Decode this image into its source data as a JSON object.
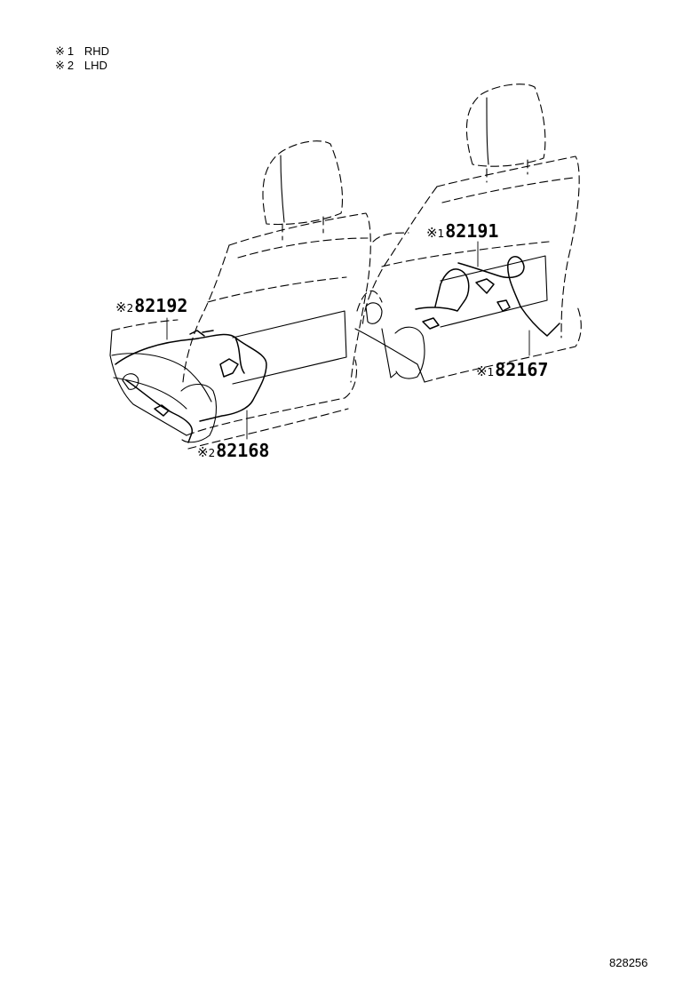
{
  "legend": [
    {
      "mark": "※",
      "code": "1",
      "text": "RHD"
    },
    {
      "mark": "※",
      "code": "2",
      "text": "LHD"
    }
  ],
  "callouts": {
    "c82192": {
      "mark": "※",
      "code": "2",
      "part": "82192"
    },
    "c82168": {
      "mark": "※",
      "code": "2",
      "part": "82168"
    },
    "c82191": {
      "mark": "※",
      "code": "1",
      "part": "82191"
    },
    "c82167": {
      "mark": "※",
      "code": "1",
      "part": "82167"
    }
  },
  "illustration_id": "828256"
}
